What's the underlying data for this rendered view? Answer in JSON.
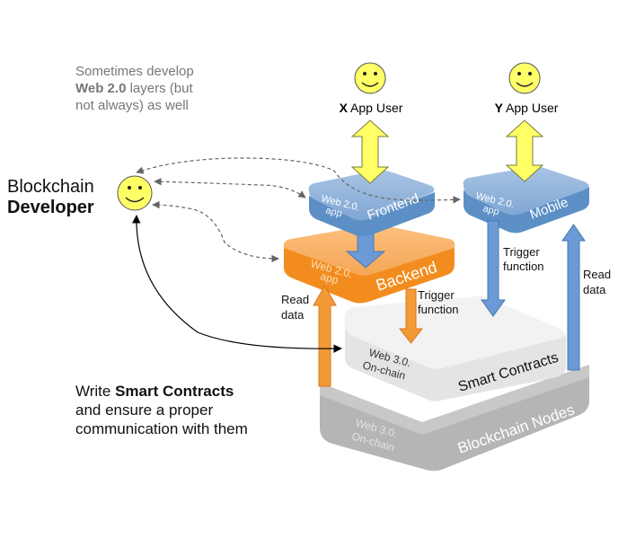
{
  "note_top": {
    "line1": "Sometimes develop",
    "line2_bold": "Web 2.0",
    "line2_rest": " layers (but",
    "line3": "not always) as well"
  },
  "developer": {
    "line1": "Blockchain",
    "line2": "Developer"
  },
  "note_bottom": {
    "line1_pre": "Write ",
    "line1_bold": "Smart Contracts",
    "line2": "and ensure a proper",
    "line3": "communication with them"
  },
  "users": {
    "x": {
      "letter": "X",
      "label": " App User"
    },
    "y": {
      "letter": "Y",
      "label": " App User"
    }
  },
  "layers": {
    "frontend": {
      "tag1": "Web 2.0.",
      "tag2": "app",
      "label": "Frontend"
    },
    "mobile": {
      "tag1": "Web 2.0.",
      "tag2": "app",
      "label": "Mobile"
    },
    "backend": {
      "tag1": "Web 2.0.",
      "tag2": "app",
      "label": "Backend"
    },
    "smart_contracts": {
      "tag1": "Web 3.0.",
      "tag2": "On-chain",
      "label": "Smart Contracts"
    },
    "blockchain_nodes": {
      "tag1": "Web 3.0.",
      "tag2": "On-chain",
      "label": "Blockchain Nodes"
    }
  },
  "arrows": {
    "read_data_left": {
      "line1": "Read",
      "line2": "data"
    },
    "trigger_left": {
      "line1": "Trigger",
      "line2": "function"
    },
    "trigger_right": {
      "line1": "Trigger",
      "line2": "function"
    },
    "read_data_right": {
      "line1": "Read",
      "line2": "data"
    }
  },
  "colors": {
    "frontend": "#5b8ec6",
    "backend": "#f08a1c",
    "smart_contracts": "#e6e6e6",
    "blockchain_nodes": "#b3b3b3",
    "smiley": "#ffff66",
    "user_arrow": "#ffff66",
    "blue_arrow": "#6b9ad6",
    "orange_arrow": "#f39a38"
  }
}
